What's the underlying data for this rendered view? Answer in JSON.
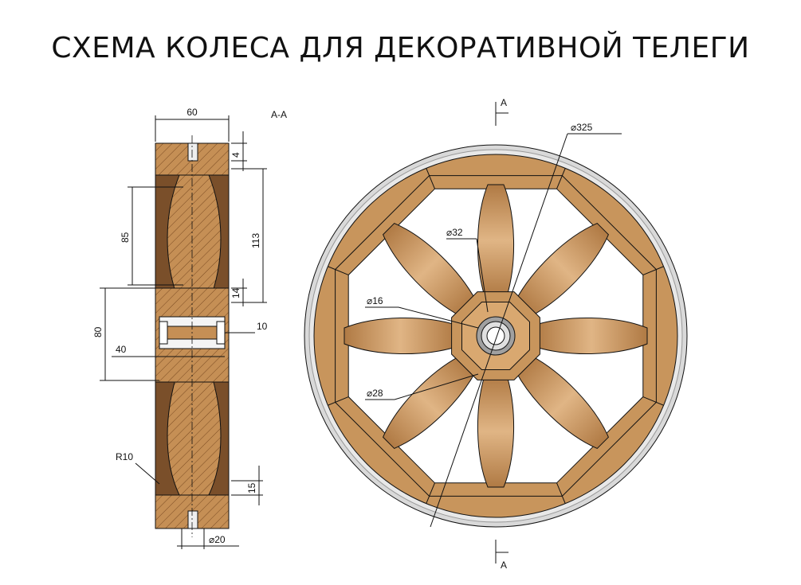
{
  "title": "СХЕМА КОЛЕСА ДЛЯ ДЕКОРАТИВНОЙ ТЕЛЕГИ",
  "section_label": "А-А",
  "section_mark": "А",
  "dimensions": {
    "width": "60",
    "rim_gap": "4",
    "spoke_length": "85",
    "depth": "113",
    "hub_step": "14",
    "hub_height": "80",
    "bore": "10",
    "hub_width": "40",
    "fillet": "R10",
    "bottom_step": "15",
    "pin": "⌀20",
    "outer_diameter": "⌀325",
    "spoke_root": "⌀32",
    "axle": "⌀16",
    "spoke_tip": "⌀28"
  },
  "colors": {
    "wood": "#c8955c",
    "wood_light": "#dcb083",
    "wood_dark": "#8a5a30",
    "rim_steel": "#d8d8d8",
    "line": "#111111"
  }
}
